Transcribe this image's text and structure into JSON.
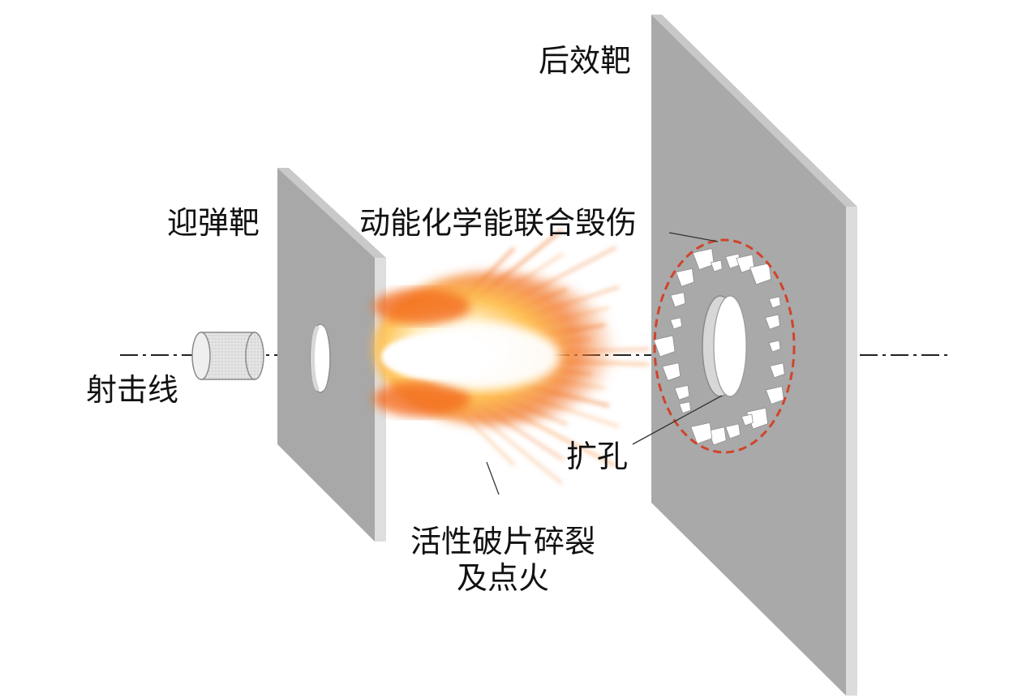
{
  "labels": {
    "rear_target": "后效靶",
    "front_target": "迎弹靶",
    "combined_damage": "动能化学能联合毁伤",
    "firing_line": "射击线",
    "hole_expansion": "扩孔",
    "fragmentation_line1": "活性破片碎裂",
    "fragmentation_line2": "及点火"
  },
  "colors": {
    "plate_face": "#a9a9a9",
    "plate_edge": "#dcdcdc",
    "damage_ring": "#d0442a",
    "fire_core": "#ffffff",
    "fire_mid": "#ffb23c",
    "fire_outer": "#e85a1e",
    "axis_line": "#222222",
    "projectile": "#e2e2e2"
  }
}
